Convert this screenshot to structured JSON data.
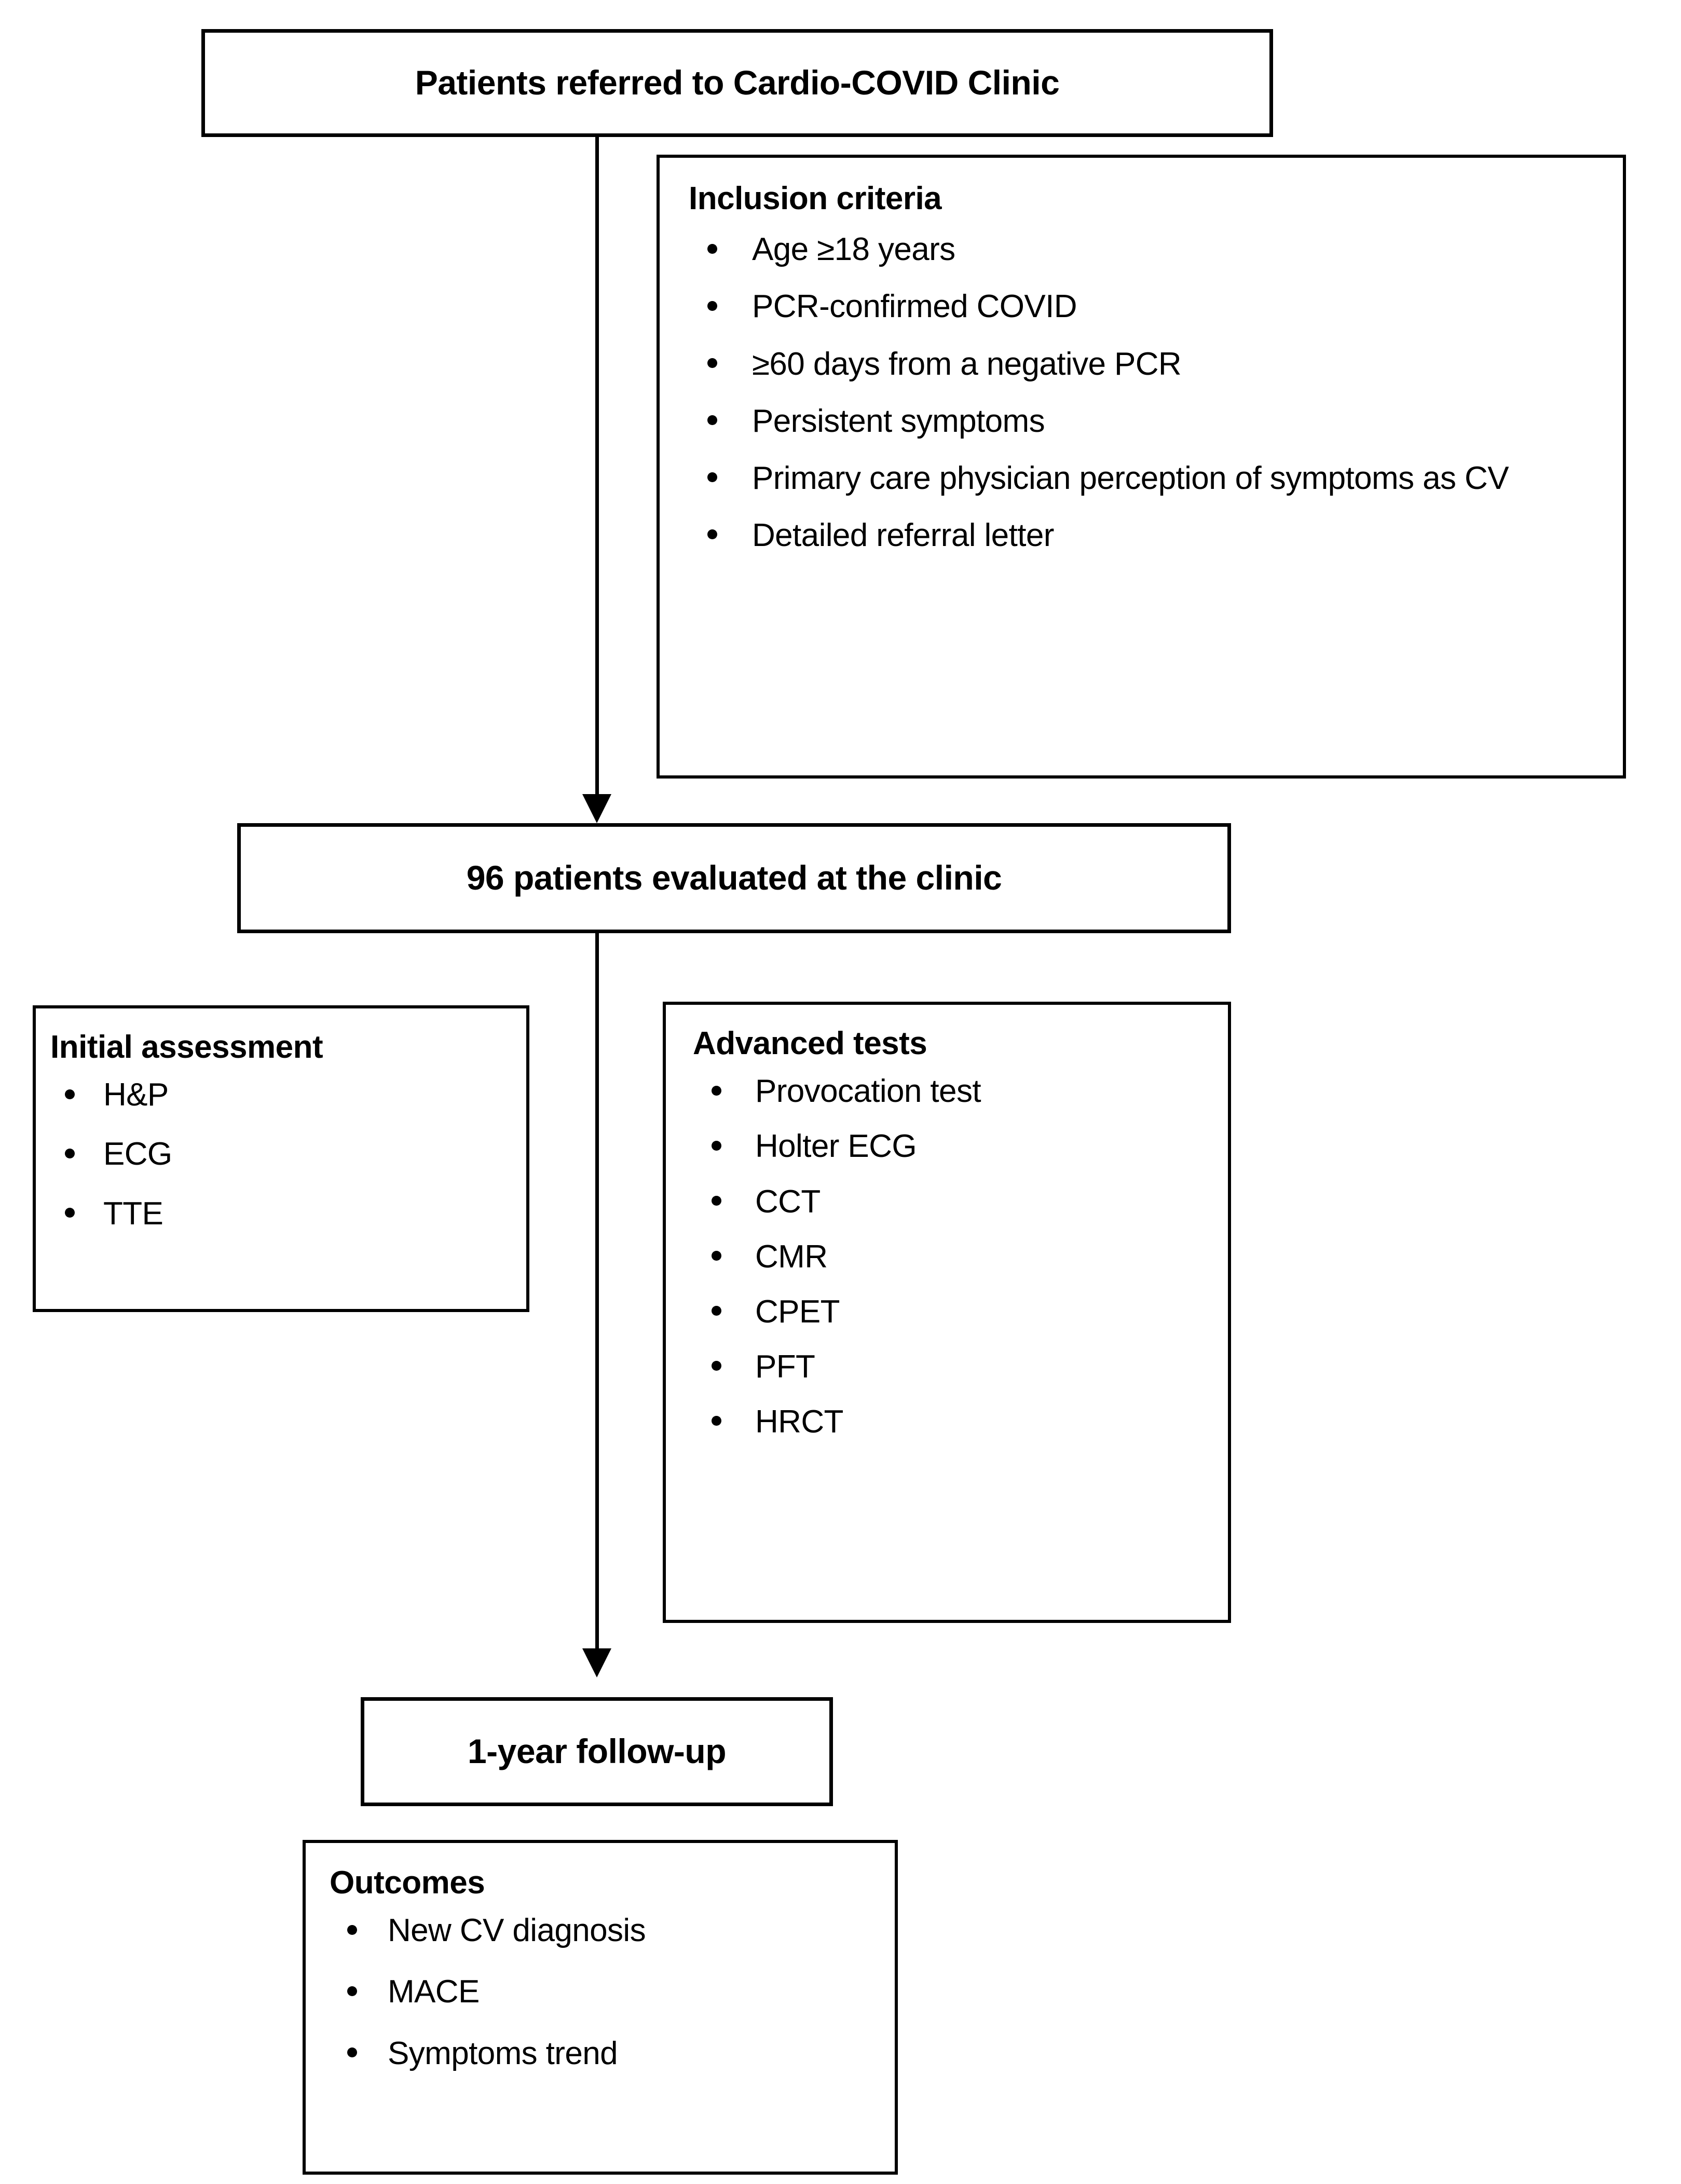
{
  "figure": {
    "type": "flowchart",
    "title": "Cardio-COVID Clinic patient flow diagram"
  },
  "nodes": {
    "referred": {
      "label": "Patients referred to Cardio-COVID Clinic"
    },
    "inclusion": {
      "heading": "Inclusion criteria",
      "items": [
        "Age ≥18 years",
        "PCR-confirmed COVID",
        "≥60 days from a negative PCR",
        "Persistent symptoms",
        "Primary care physician perception of symptoms as CV",
        "Detailed referral letter"
      ]
    },
    "evaluated": {
      "label": "96 patients evaluated at the clinic",
      "count": 96
    },
    "initial_assessment": {
      "heading": "Initial assessment",
      "items": [
        "H&P",
        "ECG",
        "TTE"
      ]
    },
    "advanced_tests": {
      "heading": "Advanced tests",
      "items": [
        "Provocation test",
        "Holter ECG",
        "CCT",
        "CMR",
        "CPET",
        "PFT",
        "HRCT"
      ]
    },
    "followup": {
      "label": "1-year follow-up"
    },
    "outcomes": {
      "heading": "Outcomes",
      "items": [
        "New CV diagnosis",
        "MACE",
        "Symptoms trend"
      ]
    }
  },
  "colors": {
    "stroke": "#000000",
    "background": "#ffffff",
    "text": "#000000"
  }
}
